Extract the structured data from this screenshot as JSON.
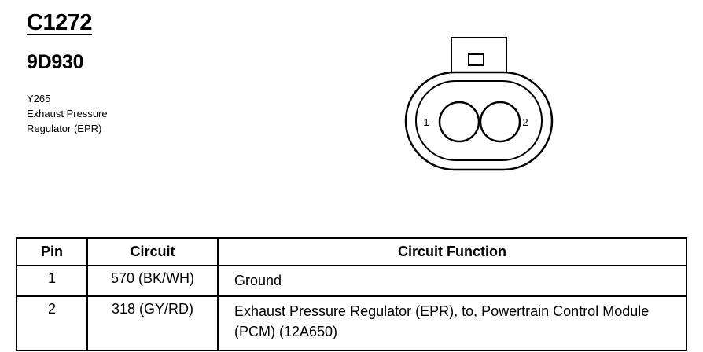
{
  "header": {
    "connector_id": "C1272",
    "part_number": "9D930"
  },
  "description": {
    "line1": "Y265",
    "line2": "Exhaust Pressure",
    "line3": "Regulator (EPR)"
  },
  "connector_diagram": {
    "pin_labels": [
      "1",
      "2"
    ]
  },
  "table": {
    "headers": [
      "Pin",
      "Circuit",
      "Circuit Function"
    ],
    "rows": [
      {
        "pin": "1",
        "circuit": "570 (BK/WH)",
        "function": "Ground"
      },
      {
        "pin": "2",
        "circuit": "318 (GY/RD)",
        "function": "Exhaust Pressure Regulator (EPR), to, Powertrain Control Module (PCM) (12A650)"
      }
    ]
  }
}
